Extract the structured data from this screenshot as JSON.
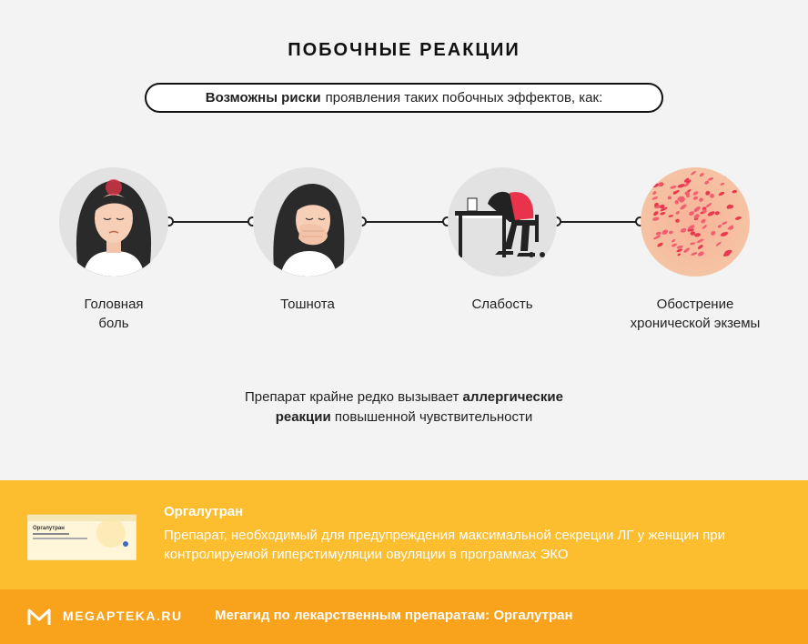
{
  "title": "ПОБОЧНЫЕ РЕАКЦИИ",
  "intro": {
    "bold": "Возможны риски",
    "text": "проявления таких побочных эффектов, как:"
  },
  "effects": [
    {
      "label_line1": "Головная",
      "label_line2": "боль",
      "icon": "headache-illustration"
    },
    {
      "label_line1": "Тошнота",
      "label_line2": "",
      "icon": "nausea-illustration"
    },
    {
      "label_line1": "Слабость",
      "label_line2": "",
      "icon": "weakness-illustration"
    },
    {
      "label_line1": "Обострение",
      "label_line2": "хронической экземы",
      "icon": "eczema-illustration"
    }
  ],
  "note": {
    "part1": "Препарат крайне редко вызывает",
    "bold1": "аллергические",
    "bold2": "реакции",
    "part2": "повышенной чувствительности"
  },
  "promo": {
    "name": "Оргалутран",
    "description": "Препарат, необходимый для предупреждения максимальной секреции ЛГ у женщин при контролируемой гиперстимуляции овуляции в программах ЭКО",
    "box_brand": "Оргалутран",
    "colors": {
      "bg": "#fcbd2e",
      "text": "#ffffff"
    }
  },
  "footer": {
    "logo": "MEGAPTEKA.RU",
    "text": "Мегагид по лекарственным препаратам: Оргалутран",
    "colors": {
      "bg": "#f9a21b"
    }
  }
}
